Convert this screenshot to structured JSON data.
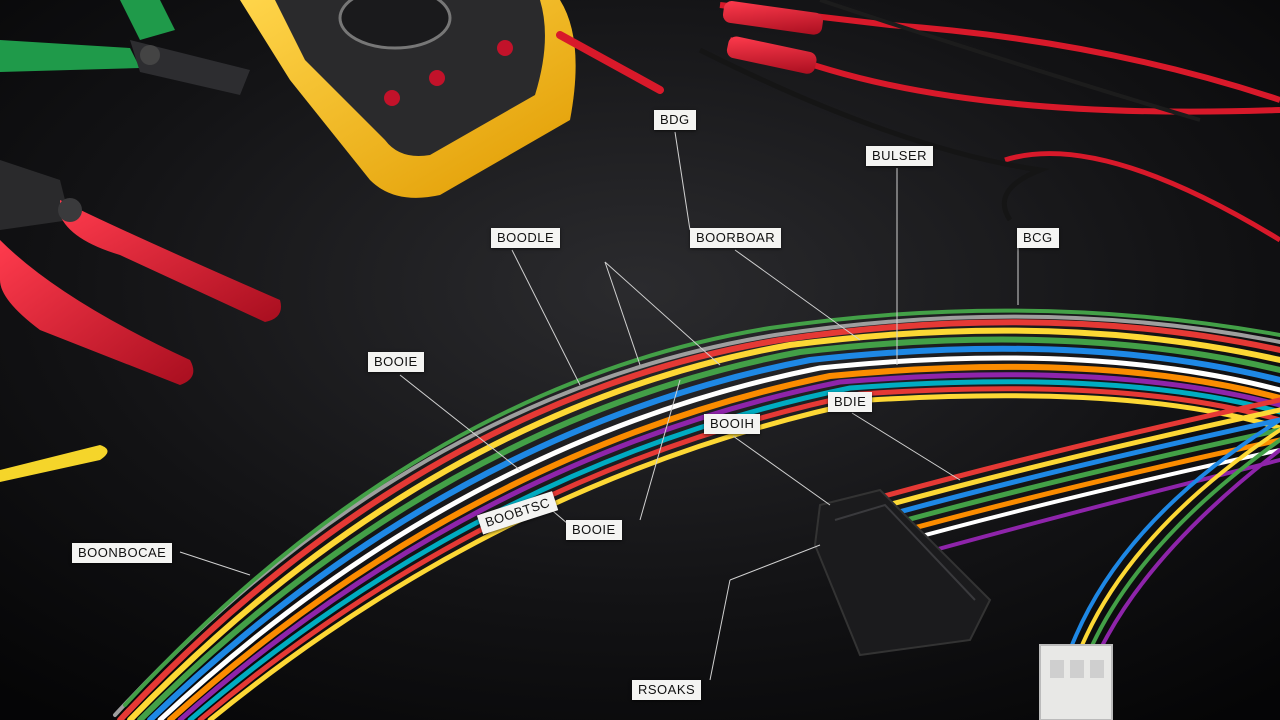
{
  "scene": {
    "description_colors": {
      "background": "#0b0b0c",
      "multimeter_body": "#f2b21a",
      "multimeter_face": "#2a2a2c",
      "probe_red": "#d8192a",
      "plier_red": "#d81b34",
      "plier_green": "#1f9a4a",
      "wire_colors": [
        "#e53935",
        "#fdd835",
        "#43a047",
        "#1e88e5",
        "#ffffff",
        "#fb8c00",
        "#8e24aa",
        "#00acc1",
        "#6d4c41",
        "#9e9e9e"
      ]
    },
    "labels": [
      {
        "id": "tag-1",
        "text": "BDG"
      },
      {
        "id": "tag-2",
        "text": "BULSER"
      },
      {
        "id": "tag-3",
        "text": "BOODLE"
      },
      {
        "id": "tag-4",
        "text": "BOORBOAR"
      },
      {
        "id": "tag-5",
        "text": "BCG"
      },
      {
        "id": "tag-6",
        "text": "BOOIE"
      },
      {
        "id": "tag-7",
        "text": "BDIE"
      },
      {
        "id": "tag-8",
        "text": "BOOIH"
      },
      {
        "id": "tag-9",
        "text": "BOOBTSC"
      },
      {
        "id": "tag-10",
        "text": "BOOIE"
      },
      {
        "id": "tag-11",
        "text": "BOONBOCAE"
      },
      {
        "id": "tag-12",
        "text": "RSOAKS"
      }
    ]
  }
}
